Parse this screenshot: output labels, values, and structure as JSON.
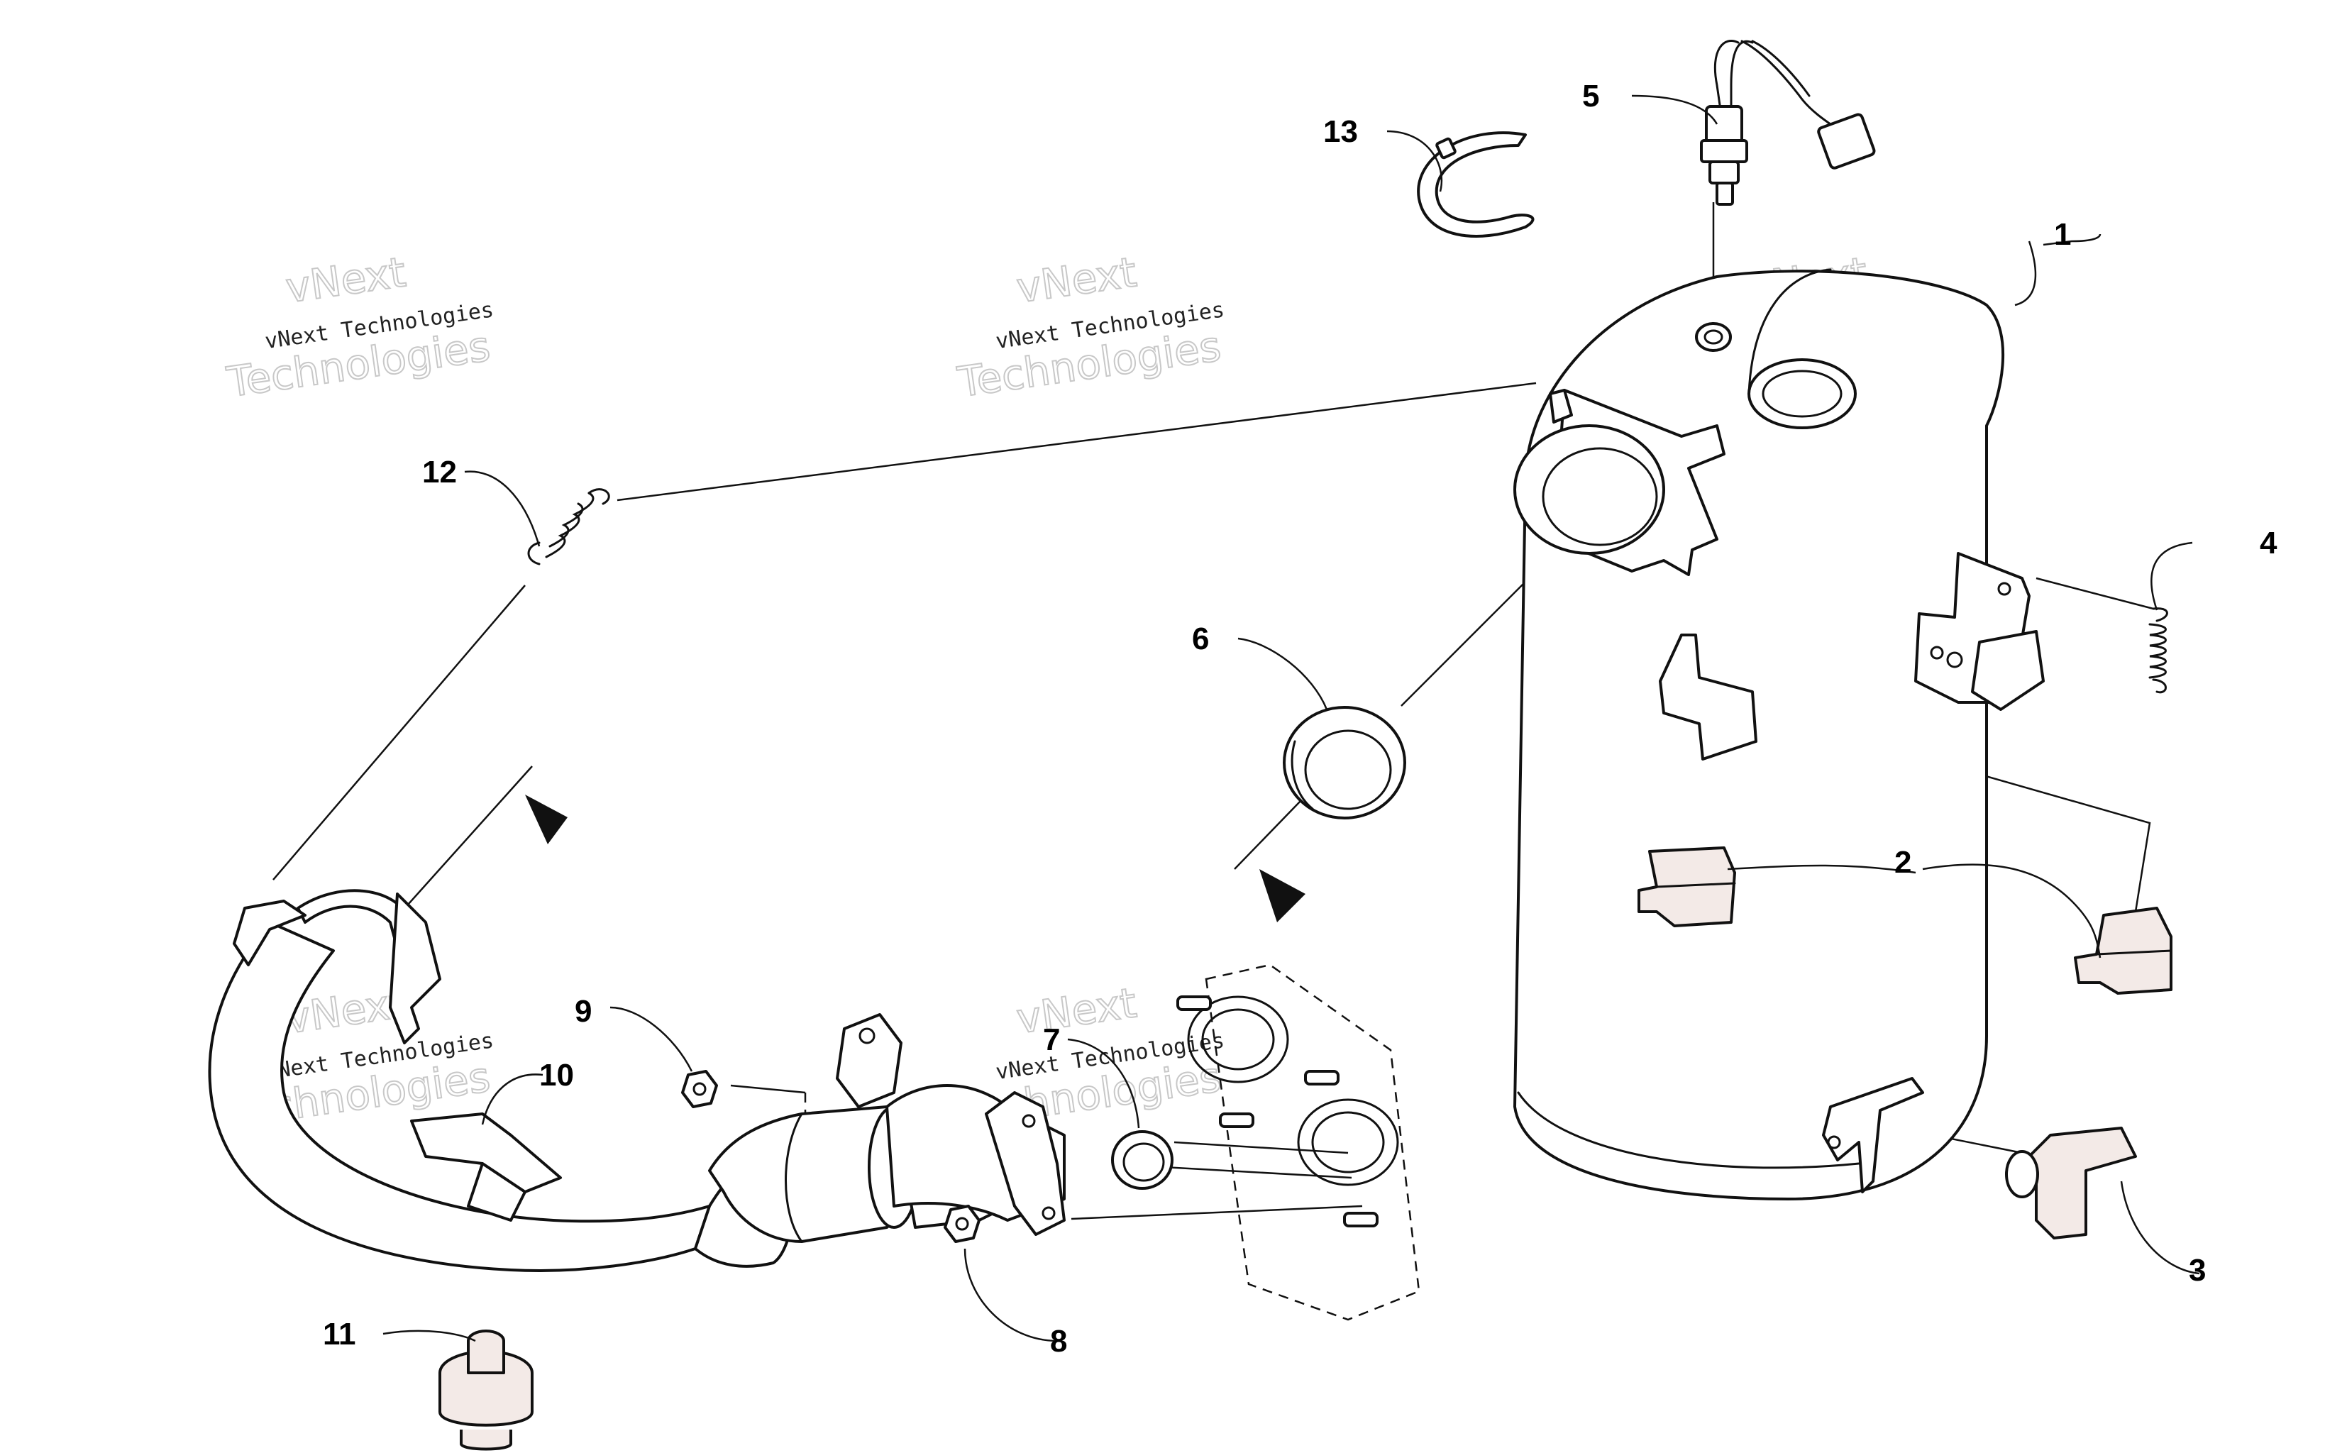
{
  "diagram": {
    "callouts": [
      "1",
      "2",
      "3",
      "4",
      "5",
      "6",
      "7",
      "8",
      "9",
      "10",
      "11",
      "12",
      "13"
    ],
    "watermark": {
      "small_text": "vNext Technologies",
      "big_line1": "vNext",
      "big_line2": "Technologies"
    }
  }
}
